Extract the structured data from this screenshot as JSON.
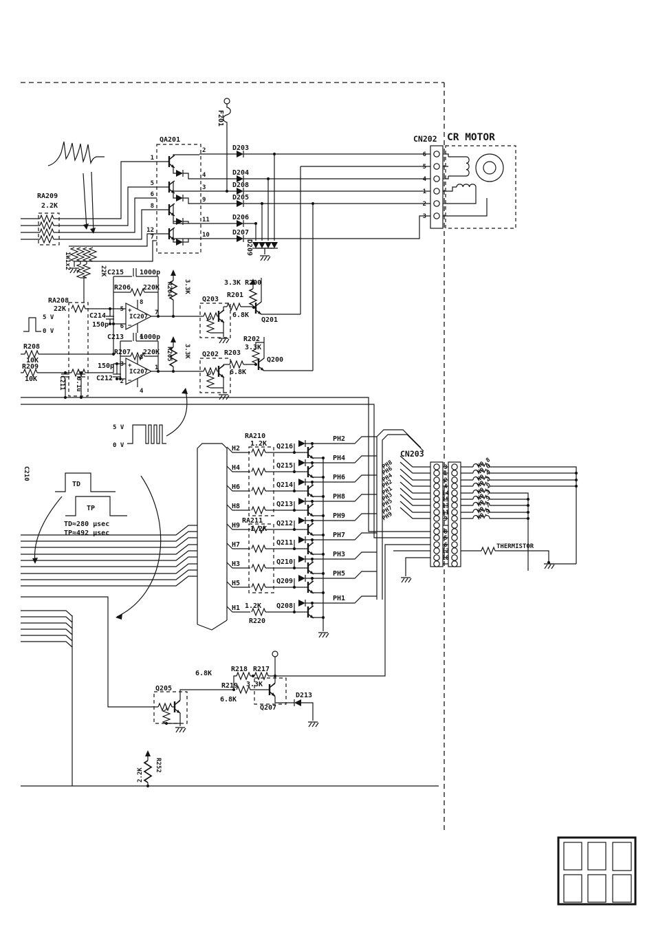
{
  "colors": {
    "ink": "#141414",
    "paper": "#ffffff",
    "accent": "#2e3191"
  },
  "schematic": {
    "fuse": "F201",
    "qa201": {
      "ref": "QA201",
      "lp": [
        "1",
        "5",
        "6",
        "8",
        "12",
        "7"
      ],
      "rp": [
        "2",
        "4",
        "3",
        "9",
        "11",
        "10"
      ]
    },
    "diodes": [
      "D203",
      "D204",
      "D208",
      "D205",
      "D206",
      "D207"
    ],
    "d209": "D209",
    "cn202": {
      "label": "CN202",
      "pins": [
        "6",
        "5",
        "4",
        "1",
        "2",
        "3"
      ]
    },
    "motor": "CR MOTOR",
    "ra209": {
      "ref": "RA209",
      "value": "2.2K"
    },
    "cluster": {
      "a": "1W1x2",
      "b": "22K"
    },
    "an": {
      "ra208": {
        "ref": "RA208",
        "value": "22K"
      },
      "p1hi": "5 V",
      "p1lo": "0 V",
      "r208": {
        "ref": "R208",
        "value": "10K"
      },
      "r209": {
        "ref": "R209",
        "value": "10K"
      },
      "c211": {
        "ref": "C211",
        "value": "0.1u"
      },
      "a1": {
        "ic": "IC207",
        "pp": "5",
        "pm": "6",
        "pv": "8",
        "po": "7",
        "pg": "4",
        "plus": "+",
        "minus": "−"
      },
      "c214": {
        "ref": "C214",
        "value": "150p"
      },
      "c215": {
        "ref": "C215",
        "value": "1000p"
      },
      "r206": {
        "ref": "R206",
        "value": "220K"
      },
      "r204": {
        "ref": "R204",
        "value": "3.3K"
      },
      "a2": {
        "ic": "IC207",
        "pp": "3",
        "pm": "2",
        "pv": "8",
        "po": "1",
        "pg": "4",
        "plus": "+",
        "minus": "−"
      },
      "c212": {
        "ref": "C212",
        "value": "150p"
      },
      "c213": {
        "ref": "C213",
        "value": "1000p"
      },
      "r207": {
        "ref": "R207",
        "value": "220K"
      },
      "r205": {
        "ref": "R205",
        "value": "3.3K"
      },
      "q203": "Q203",
      "q202": "Q202",
      "r200": "3.3K R200",
      "r201": {
        "ref": "R201",
        "value": "6.8K"
      },
      "q201": "Q201",
      "r202": {
        "ref": "R202",
        "value": "3.3K"
      },
      "r203": {
        "ref": "R203",
        "value": "6.8K"
      },
      "q200": "Q200"
    },
    "tm": {
      "p2hi": "5 V",
      "p2lo": "0 V",
      "c210": "C210",
      "td": "TD",
      "tp": "TP",
      "tdn": "TD≈280 µsec",
      "tpn": "TP≈492 µsec"
    },
    "head": {
      "ra210": {
        "ref": "RA210",
        "value": "1.2K"
      },
      "ra211": {
        "ref": "RA211",
        "value": "1.2K"
      },
      "r220": {
        "ref": "R220",
        "value": "1.2K"
      },
      "rows": [
        {
          "h": "H2",
          "q": "Q216",
          "ph": "PH2"
        },
        {
          "h": "H4",
          "q": "Q215",
          "ph": "PH4"
        },
        {
          "h": "H6",
          "q": "Q214",
          "ph": "PH6"
        },
        {
          "h": "H8",
          "q": "Q213",
          "ph": "PH8"
        },
        {
          "h": "H9",
          "q": "Q212",
          "ph": "PH9"
        },
        {
          "h": "H7",
          "q": "Q211",
          "ph": "PH7"
        },
        {
          "h": "H3",
          "q": "Q210",
          "ph": "PH3"
        },
        {
          "h": "H5",
          "q": "Q209",
          "ph": "PH5"
        },
        {
          "h": "H1",
          "q": "Q208",
          "ph": "PH1"
        }
      ]
    },
    "cn203": {
      "label": "CN203",
      "fan": [
        "PH8",
        "PH6",
        "PH4",
        "PH2",
        "PH1",
        "PH3",
        "PH5",
        "PH7",
        "PH9"
      ],
      "pins": [
        "3",
        "1",
        "2",
        "4",
        "14",
        "15",
        "13",
        "11",
        "9",
        "8",
        "5",
        "6",
        "12",
        "10"
      ],
      "coils": [
        "NO.8",
        "NO.6",
        "NO.4",
        "NO.2",
        "NO.1",
        "NO.3",
        "NO.5",
        "NO.7",
        "NO.9"
      ],
      "thermistor": "THERMISTOR"
    },
    "bot": {
      "q205": "Q205",
      "r218": {
        "ref": "R218",
        "value": "6.8K"
      },
      "r217": {
        "ref": "R217",
        "value": "3.3K"
      },
      "r219": {
        "ref": "R219",
        "value": "6.8K"
      },
      "q207": "Q207",
      "d213": "D213",
      "r252": {
        "ref": "R252",
        "value": "2.2K"
      }
    }
  },
  "footer": {
    "active_color": "#2e3191"
  }
}
